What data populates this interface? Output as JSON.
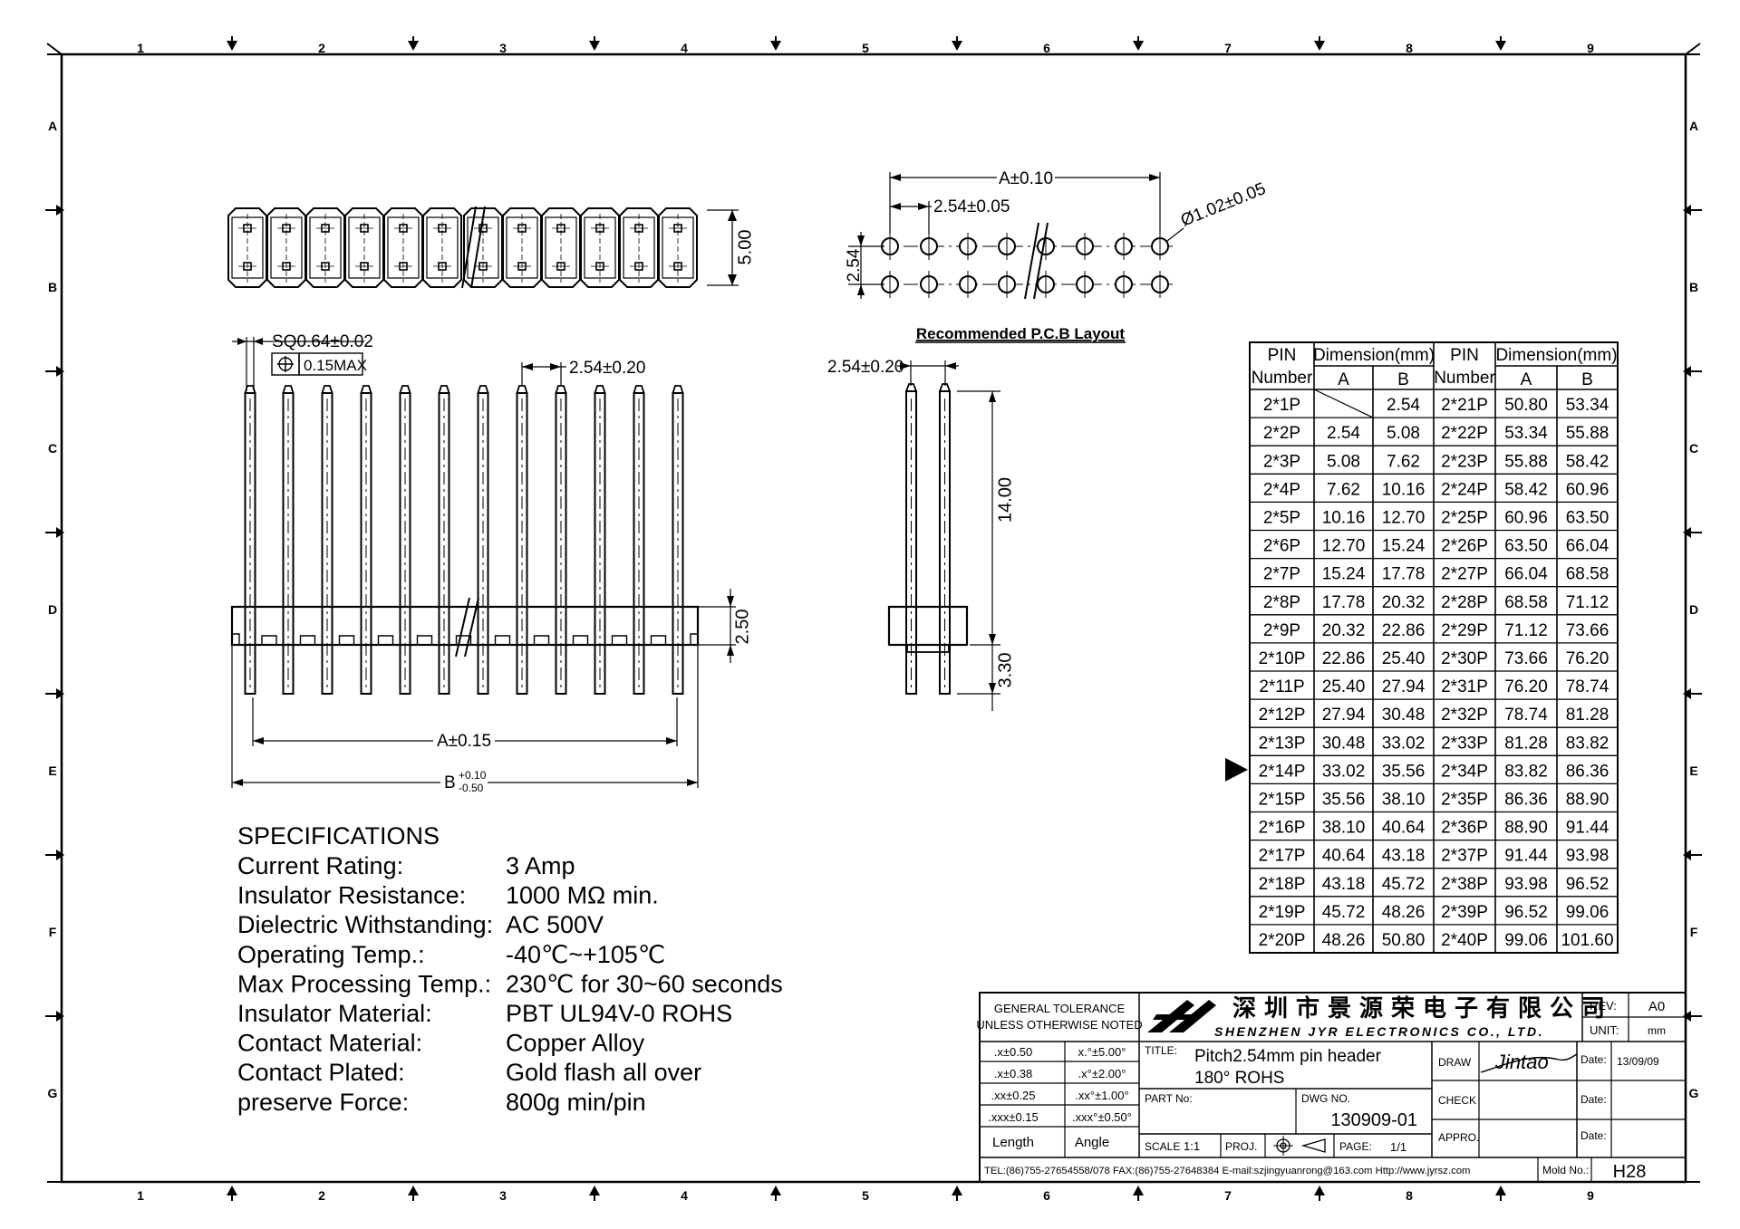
{
  "border": {
    "col_numbers": [
      "1",
      "2",
      "3",
      "4",
      "5",
      "6",
      "7",
      "8",
      "9"
    ],
    "row_letters": [
      "A",
      "B",
      "C",
      "D",
      "E",
      "F",
      "G"
    ]
  },
  "views": {
    "top_width_dim": "5.00",
    "front": {
      "pin_size": "SQ0.64±0.02",
      "position_tol": "0.15MAX",
      "pitch": "2.54±0.20",
      "housing_height": "2.50",
      "dim_a": "A±0.15",
      "dim_b": "B",
      "dim_b_upper": "+0.10",
      "dim_b_lower": "-0.50"
    },
    "side": {
      "pitch": "2.54±0.20",
      "upper_length": "14.00",
      "lower_length": "3.30"
    },
    "pcb": {
      "dim_a": "A±0.10",
      "pitch": "2.54±0.05",
      "row_spacing": "2.54",
      "hole": "Ø1.02±0.05",
      "caption": "Recommended P.C.B Layout"
    }
  },
  "specifications": {
    "heading": "SPECIFICATIONS",
    "items": [
      {
        "label": "Current Rating:",
        "value": "3 Amp"
      },
      {
        "label": "Insulator Resistance:",
        "value": "1000 MΩ min."
      },
      {
        "label": "Dielectric Withstanding:",
        "value": "AC 500V"
      },
      {
        "label": "Operating Temp.:",
        "value": "-40℃~+105℃"
      },
      {
        "label": "Max Processing Temp.:",
        "value": "230℃ for 30~60 seconds"
      },
      {
        "label": "Insulator Material:",
        "value": "PBT UL94V-0 ROHS"
      },
      {
        "label": "Contact Material:",
        "value": "Copper Alloy"
      },
      {
        "label": "Contact Plated:",
        "value": "Gold flash all over"
      },
      {
        "label": "preserve Force:",
        "value": "800g min/pin"
      }
    ]
  },
  "dimension_table": {
    "headers": {
      "pin": "PIN",
      "number": "Number",
      "dimension": "Dimension(mm)",
      "a": "A",
      "b": "B"
    },
    "rows": [
      [
        "2*1P",
        "",
        "2.54",
        "2*21P",
        "50.80",
        "53.34"
      ],
      [
        "2*2P",
        "2.54",
        "5.08",
        "2*22P",
        "53.34",
        "55.88"
      ],
      [
        "2*3P",
        "5.08",
        "7.62",
        "2*23P",
        "55.88",
        "58.42"
      ],
      [
        "2*4P",
        "7.62",
        "10.16",
        "2*24P",
        "58.42",
        "60.96"
      ],
      [
        "2*5P",
        "10.16",
        "12.70",
        "2*25P",
        "60.96",
        "63.50"
      ],
      [
        "2*6P",
        "12.70",
        "15.24",
        "2*26P",
        "63.50",
        "66.04"
      ],
      [
        "2*7P",
        "15.24",
        "17.78",
        "2*27P",
        "66.04",
        "68.58"
      ],
      [
        "2*8P",
        "17.78",
        "20.32",
        "2*28P",
        "68.58",
        "71.12"
      ],
      [
        "2*9P",
        "20.32",
        "22.86",
        "2*29P",
        "71.12",
        "73.66"
      ],
      [
        "2*10P",
        "22.86",
        "25.40",
        "2*30P",
        "73.66",
        "76.20"
      ],
      [
        "2*11P",
        "25.40",
        "27.94",
        "2*31P",
        "76.20",
        "78.74"
      ],
      [
        "2*12P",
        "27.94",
        "30.48",
        "2*32P",
        "78.74",
        "81.28"
      ],
      [
        "2*13P",
        "30.48",
        "33.02",
        "2*33P",
        "81.28",
        "83.82"
      ],
      [
        "2*14P",
        "33.02",
        "35.56",
        "2*34P",
        "83.82",
        "86.36"
      ],
      [
        "2*15P",
        "35.56",
        "38.10",
        "2*35P",
        "86.36",
        "88.90"
      ],
      [
        "2*16P",
        "38.10",
        "40.64",
        "2*36P",
        "88.90",
        "91.44"
      ],
      [
        "2*17P",
        "40.64",
        "43.18",
        "2*37P",
        "91.44",
        "93.98"
      ],
      [
        "2*18P",
        "43.18",
        "45.72",
        "2*38P",
        "93.98",
        "96.52"
      ],
      [
        "2*19P",
        "45.72",
        "48.26",
        "2*39P",
        "96.52",
        "99.06"
      ],
      [
        "2*20P",
        "48.26",
        "50.80",
        "2*40P",
        "99.06",
        "101.60"
      ]
    ],
    "marked_row": 13
  },
  "title_block": {
    "general_tolerance": "GENERAL TOLERANCE",
    "unless_noted": "UNLESS OTHERWISE NOTED",
    "tolerances": [
      [
        ".x±0.50",
        "x.°±5.00°"
      ],
      [
        ".x±0.38",
        ".x°±2.00°"
      ],
      [
        ".xx±0.25",
        ".xx°±1.00°"
      ],
      [
        ".xxx±0.15",
        ".xxx°±0.50°"
      ]
    ],
    "length": "Length",
    "angle": "Angle",
    "company_cn": "深圳市景源荣电子有限公司",
    "company_en": "SHENZHEN JYR ELECTRONICS CO., LTD.",
    "rev_label": "REV:",
    "rev": "A0",
    "unit_label": "UNIT:",
    "unit": "mm",
    "title_label": "TITLE:",
    "title_line1": "Pitch2.54mm pin header",
    "title_line2": "180° ROHS",
    "draw_label": "DRAW",
    "signature": "Jintao",
    "date_label": "Date:",
    "date": "13/09/09",
    "part_no_label": "PART No:",
    "dwg_no_label": "DWG NO.",
    "dwg_no": "130909-01",
    "check_label": "CHECK",
    "appro_label": "APPRO.",
    "scale_label": "SCALE",
    "scale": "1:1",
    "proj_label": "PROJ.",
    "page_label": "PAGE:",
    "page": "1/1",
    "contact": "TEL:(86)755-27654558/078  FAX:(86)755-27648384  E-mail:szjingyuanrong@163.com  Http://www.jyrsz.com",
    "mold_label": "Mold No.:",
    "mold_no": "H28"
  }
}
